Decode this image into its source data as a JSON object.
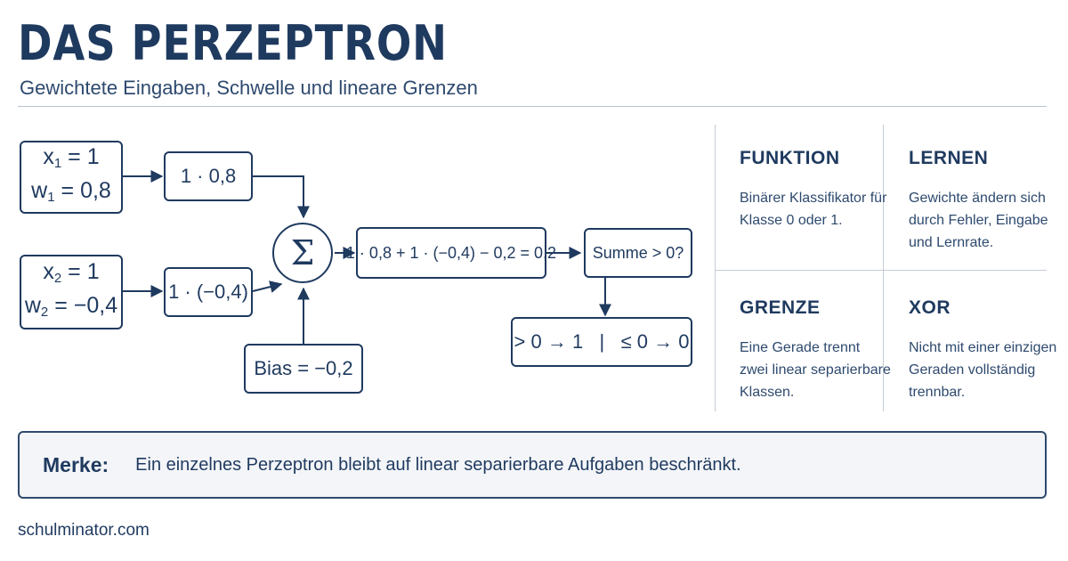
{
  "header": {
    "title": "DAS PERZEPTRON",
    "subtitle": "Gewichtete Eingaben, Schwelle und lineare Grenzen"
  },
  "diagram": {
    "input1": {
      "x_label": "x",
      "x_sub": "1",
      "x_value": " = 1",
      "w_label": "w",
      "w_sub": "1",
      "w_value": " = 0,8"
    },
    "input2": {
      "x_label": "x",
      "x_sub": "2",
      "x_value": " = 1",
      "w_label": "w",
      "w_sub": "2",
      "w_value": " = −0,4"
    },
    "product1": "1 · 0,8",
    "product2": "1 · (−0,4)",
    "sum_symbol": "Σ",
    "bias": "Bias = −0,2",
    "sum_formula": "1 · 0,8 + 1 · (−0,4) − 0,2 = 0,2",
    "decision": "Summe > 0?",
    "output": "> 0 → 1   |   ≤ 0 → 0"
  },
  "facts": [
    {
      "heading": "FUNKTION",
      "text": "Binärer Klassifikator für Klasse 0 oder 1."
    },
    {
      "heading": "LERNEN",
      "text": "Gewichte ändern sich durch Fehler, Eingabe und Lernrate."
    },
    {
      "heading": "GRENZE",
      "text": "Eine Gerade trennt zwei linear separierbare Klassen."
    },
    {
      "heading": "XOR",
      "text": "Nicht mit einer einzigen Geraden vollständig trennbar."
    }
  ],
  "note": {
    "label": "Merke:",
    "text": "Ein einzelnes Perzeptron bleibt auf linear separierbare Aufgaben beschränkt."
  },
  "footer": {
    "site": "schulminator.com"
  },
  "colors": {
    "primary": "#1f3a5f",
    "text": "#2e4a6e",
    "divider": "#c5ccd6",
    "note_bg": "#f3f5f8"
  }
}
